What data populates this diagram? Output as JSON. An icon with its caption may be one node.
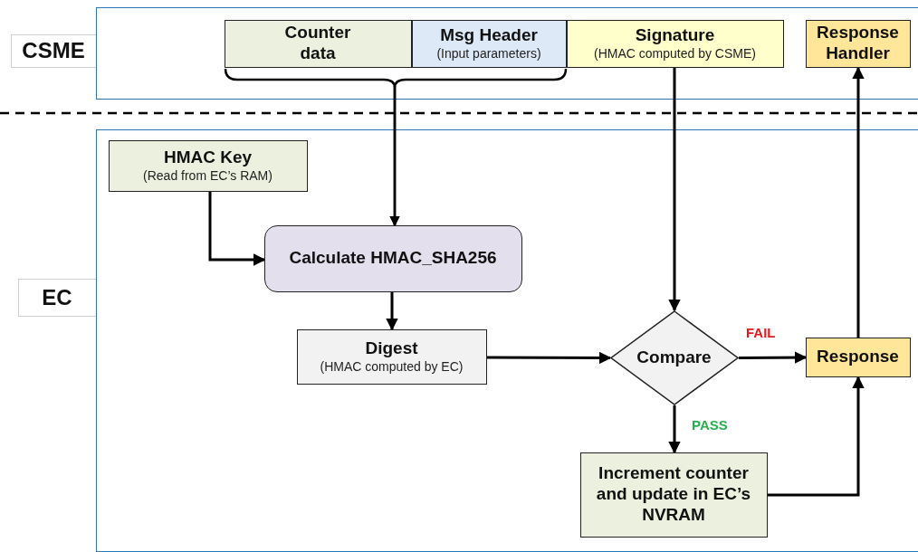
{
  "diagram": {
    "nodes": [
      {
        "text": [
          "CSME"
        ]
      },
      {
        "text": [
          "Counter data"
        ],
        "in": 0
      },
      {
        "text": [
          "Msg Header",
          "(Input parameters)"
        ],
        "in": 0
      },
      {
        "text": [
          "Signature",
          "(HMAC computed by CSME)"
        ],
        "in": 0
      },
      {
        "text": [
          "Response Handler"
        ],
        "in": 0
      },
      {
        "text": [
          "EC"
        ]
      },
      {
        "text": [
          "HMAC Key",
          "(Read from EC’s RAM)"
        ],
        "in": 5
      },
      {
        "text": [
          "Calculate HMAC_SHA256"
        ],
        "in": 5
      },
      {
        "text": [
          "Digest",
          "(HMAC computed by EC)"
        ],
        "in": 5
      },
      {
        "text": [
          "Compare"
        ],
        "in": 5
      },
      {
        "text": [
          "Response"
        ],
        "in": 5
      },
      {
        "text": [
          "Increment counter and update in EC’s NVRAM"
        ],
        "in": 5
      }
    ],
    "edges": [
      {
        "from": 1,
        "to": 7,
        "arrow": "to"
      },
      {
        "from": 2,
        "to": 7,
        "arrow": "to"
      },
      {
        "from": 6,
        "to": 7,
        "arrow": "to"
      },
      {
        "from": 3,
        "to": 9,
        "arrow": "to"
      },
      {
        "from": 7,
        "to": 8,
        "arrow": "to"
      },
      {
        "from": 8,
        "to": 9,
        "arrow": "to"
      },
      {
        "from": 9,
        "to": 10,
        "arrow": "to",
        "label": "FAIL"
      },
      {
        "from": 9,
        "to": 11,
        "arrow": "to",
        "label": "PASS"
      },
      {
        "from": 11,
        "to": 10,
        "arrow": "to"
      },
      {
        "from": 10,
        "to": 4,
        "arrow": "to"
      }
    ]
  }
}
